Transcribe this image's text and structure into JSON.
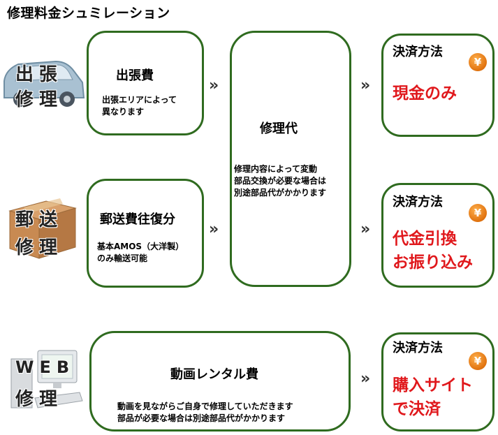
{
  "title": "修理料金シュミレーション",
  "arrow_glyph": "»",
  "rows": {
    "dispatch": {
      "side_line1": "出張",
      "side_line2": "修理",
      "box_title": "出張費",
      "box_text_line1": "出張エリアによって",
      "box_text_line2": "異なります",
      "pay_title": "決済方法",
      "pay_line1": "現金のみ",
      "yen": "¥"
    },
    "mail": {
      "side_line1": "郵送",
      "side_line2": "修理",
      "box_title": "郵送費往復分",
      "box_text_line1": "基本AMOS（大洋製）",
      "box_text_line2": "のみ輸送可能",
      "pay_title": "決済方法",
      "pay_line1": "代金引換",
      "pay_line2": "お振り込み",
      "yen": "¥"
    },
    "web": {
      "side_line1": "WEB",
      "side_line2": "修理",
      "box_title": "動画レンタル費",
      "box_text_line1": "動画を見ながらご自身で修理していただきます",
      "box_text_line2": "部品が必要な場合は別途部品代がかかります",
      "pay_title": "決済方法",
      "pay_line1": "購入サイト",
      "pay_line2": "で決済",
      "yen": "¥"
    }
  },
  "repair": {
    "title": "修理代",
    "text_line1": "修理内容によって変動",
    "text_line2": "部品交換が必要な場合は",
    "text_line3": "別途部品代がかかります"
  },
  "colors": {
    "border": "#2f6b1f",
    "price_red": "#e0181c",
    "yen_orange": "#e0720e"
  },
  "icons": [
    "van-icon",
    "cardboard-box-icon",
    "desktop-computer-icon",
    "yen-coin-icon",
    "double-chevron-right-icon"
  ]
}
